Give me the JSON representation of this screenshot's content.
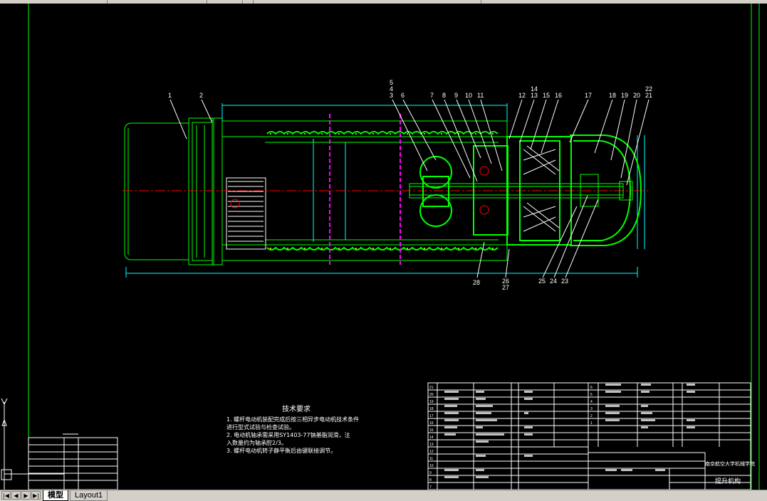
{
  "app": {
    "tabs": [
      {
        "label": "模型",
        "active": true
      },
      {
        "label": "Layout1",
        "active": false
      }
    ],
    "nav_buttons": [
      "|◀",
      "◀",
      "▶",
      "▶|"
    ]
  },
  "drawing": {
    "part_numbers_top": [
      "1",
      "2",
      "5",
      "4",
      "3",
      "6",
      "7",
      "8",
      "9",
      "10",
      "11",
      "12",
      "14",
      "13",
      "15",
      "16",
      "17",
      "18",
      "19",
      "20",
      "22",
      "21"
    ],
    "part_numbers_bottom": [
      "28",
      "26",
      "27",
      "25",
      "24",
      "23"
    ],
    "colors": {
      "background": "#000000",
      "frame": "#00ff00",
      "part": "#00ff00",
      "dimension": "#00ffff",
      "hatch_pink": "#ff00ff",
      "centerline": "#ff0000",
      "leader": "#ffffff",
      "dots": "#ffff00"
    }
  },
  "tech_notes": {
    "title": "技术要求",
    "lines": [
      "1. 螺杆电动机装配完成后按三相异步电动机技术条件",
      "    进行型式试验与检查试验。",
      "2. 电动机轴承需采用SY1403-77钠基脂润滑，注",
      "    入数量约为轴承腔2/3。",
      "3. 螺杆电动机转子静平衡后由键联接调节。"
    ]
  },
  "title_block": {
    "school": "南京航空大学机械学院",
    "drawing_name": "提升机构"
  },
  "bom_left_index": [
    "21",
    "20",
    "19",
    "18",
    "17",
    "16",
    "15",
    "14",
    "13",
    "12",
    "11",
    "10",
    "9",
    "8",
    "7",
    "6",
    "5",
    "4",
    "3",
    "2",
    "1"
  ]
}
